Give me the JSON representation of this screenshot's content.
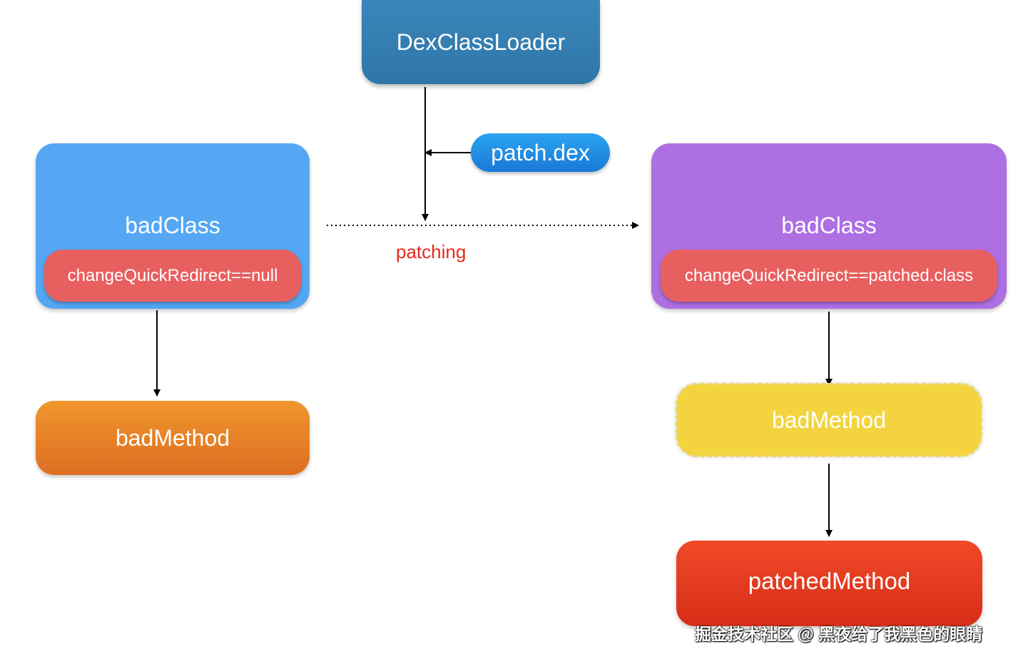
{
  "nodes": {
    "dex_class_loader": "DexClassLoader",
    "patch_dex": "patch.dex",
    "bad_class_left": "badClass",
    "change_quick_redirect_left": "changeQuickRedirect==null",
    "bad_method_left": "badMethod",
    "bad_class_right": "badClass",
    "change_quick_redirect_right": "changeQuickRedirect==patched.class",
    "bad_method_right": "badMethod",
    "patched_method": "patchedMethod"
  },
  "edge_label": "patching",
  "watermark": "掘金技术社区 @ 黑夜给了我黑色的眼睛",
  "colors": {
    "dex_class_loader": "#3380b3",
    "patch_dex": "#2490e6",
    "bad_class_left": "#55a7f3",
    "bad_class_right": "#ad6fe2",
    "change_quick_redirect": "#e85f5f",
    "bad_method_left": "#e8832a",
    "bad_method_right": "#f3d43f",
    "patched_method": "#e53b1f",
    "edge_label": "#e8281b"
  }
}
